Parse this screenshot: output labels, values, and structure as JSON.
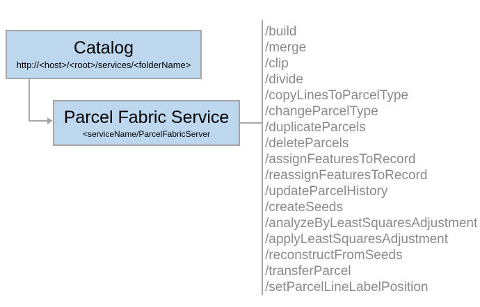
{
  "catalog": {
    "title": "Catalog",
    "subtitle": "http://<host>/<root>/services/<folderName>"
  },
  "service": {
    "title": "Parcel Fabric Service",
    "subtitle": "<serviceName/ParcelFabricServer"
  },
  "operations": [
    "/build",
    "/merge",
    "/clip",
    "/divide",
    "/copyLinesToParcelType",
    "/changeParcelType",
    "/duplicateParcels",
    "/deleteParcels",
    "/assignFeaturesToRecord",
    "/reassignFeaturesToRecord",
    "/updateParcelHistory",
    "/createSeeds",
    "/analyzeByLeastSquaresAdjustment",
    "/applyLeastSquaresAdjustment",
    "/reconstructFromSeeds",
    "/transferParcel",
    "/setParcelLineLabelPosition"
  ],
  "colors": {
    "node_fill": "#bdd7ee",
    "node_border": "#a6a6a6",
    "connector": "#a6a6a6",
    "list_text": "#8a8a8a",
    "node_text": "#000000",
    "background": "#ffffff"
  }
}
